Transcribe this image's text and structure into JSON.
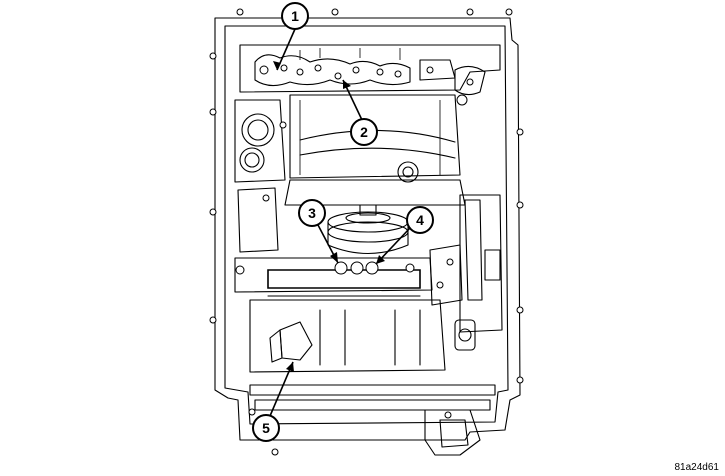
{
  "callouts": [
    {
      "id": 1,
      "label": "1"
    },
    {
      "id": 2,
      "label": "2"
    },
    {
      "id": 3,
      "label": "3"
    },
    {
      "id": 4,
      "label": "4"
    },
    {
      "id": 5,
      "label": "5"
    }
  ],
  "figure_code": "81a24d61",
  "colors": {
    "line": "#000000",
    "background": "#ffffff"
  }
}
